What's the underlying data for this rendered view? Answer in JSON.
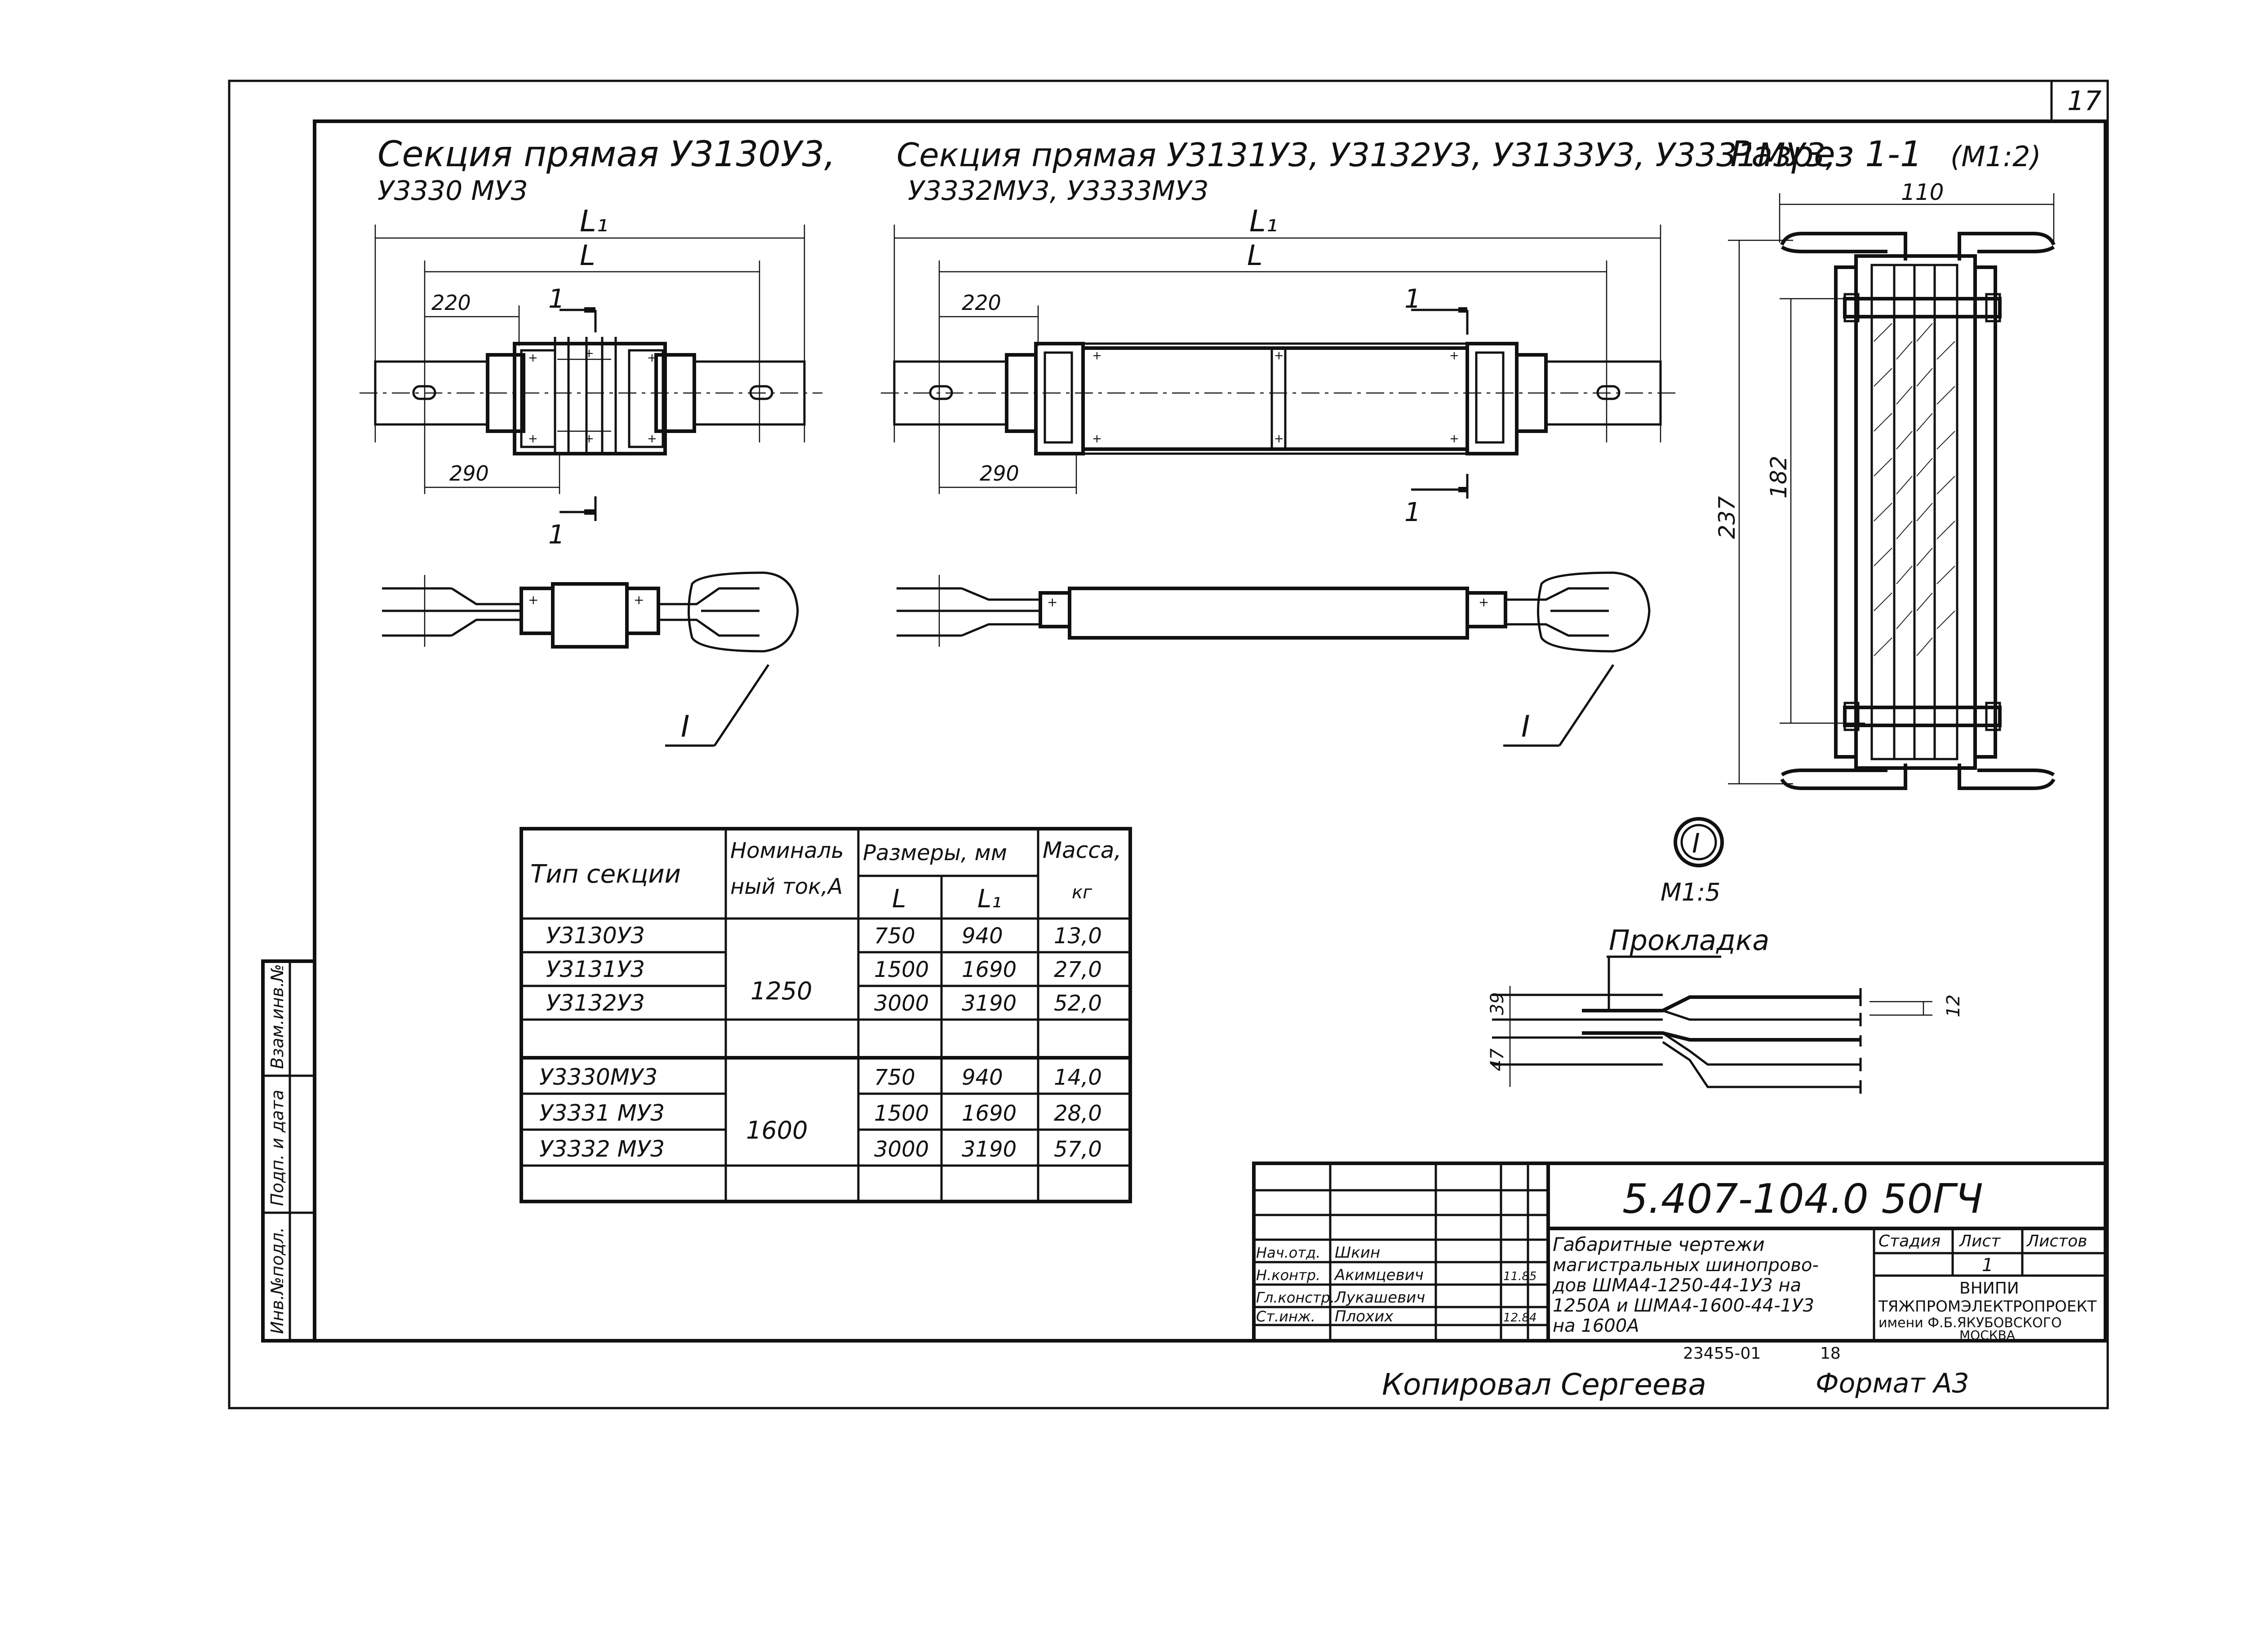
{
  "sheet_number": "17",
  "titles": {
    "left_line1": "Секция прямая У3130У3,",
    "left_line2": "У3330 МУ3",
    "mid_line1": "Секция прямая У3131У3, У3132У3, У3133У3, У3331МУ3,",
    "mid_line2": "У3332МУ3, У3333МУ3",
    "section": "Разрез 1-1",
    "section_scale": "(М1:2)"
  },
  "dims": {
    "L1": "L₁",
    "L": "L",
    "d220": "220",
    "d290": "290",
    "cut": "1",
    "d110": "110",
    "d237": "237",
    "d182": "182",
    "d39": "39",
    "d47": "47",
    "d12": "12"
  },
  "callouts": {
    "detail": "I",
    "detail_scale": "М1:5",
    "gasket": "Прокладка"
  },
  "table": {
    "h_type": "Тип секции",
    "h_current_1": "Номиналь",
    "h_current_2": "ный ток,А",
    "h_dims": "Размеры, мм",
    "h_L": "L",
    "h_L1": "L₁",
    "h_mass_1": "Масса,",
    "h_mass_2": "кг",
    "groups": [
      {
        "current": "1250",
        "rows": [
          {
            "type": "У3130У3",
            "L": "750",
            "L1": "940",
            "mass": "13,0"
          },
          {
            "type": "У3131У3",
            "L": "1500",
            "L1": "1690",
            "mass": "27,0"
          },
          {
            "type": "У3132У3",
            "L": "3000",
            "L1": "3190",
            "mass": "52,0"
          }
        ]
      },
      {
        "current": "1600",
        "rows": [
          {
            "type": "У3330МУ3",
            "L": "750",
            "L1": "940",
            "mass": "14,0"
          },
          {
            "type": "У3331 МУ3",
            "L": "1500",
            "L1": "1690",
            "mass": "28,0"
          },
          {
            "type": "У3332 МУ3",
            "L": "3000",
            "L1": "3190",
            "mass": "57,0"
          }
        ]
      }
    ]
  },
  "title_block": {
    "doc_code": "5.407-104.0 50ГЧ",
    "desc_1": "Габаритные чертежи",
    "desc_2": "магистральных шинопрово-",
    "desc_3": "дов ШМА4-1250-44-1У3 на",
    "desc_4": "1250А и ШМА4-1600-44-1У3",
    "desc_5": "на 1600А",
    "col_stage": "Стадия",
    "col_sheet": "Лист",
    "col_sheets": "Листов",
    "sheet_val": "1",
    "org_1": "ВНИПИ",
    "org_2": "ТЯЖПРОМЭЛЕКТРОПРОЕКТ",
    "org_3": "имени Ф.Б.ЯКУБОВСКОГО",
    "org_4": "МОСКВА",
    "roles": [
      {
        "role": "Нач.отд.",
        "name": "Шкин",
        "date": ""
      },
      {
        "role": "Н.контр.",
        "name": "Акимцевич",
        "date": "11.85"
      },
      {
        "role": "Гл.констр.",
        "name": "Лукашевич",
        "date": ""
      },
      {
        "role": "Ст.инж.",
        "name": "Плохих",
        "date": "12.84"
      }
    ]
  },
  "side_stamp": {
    "inv": "Инв.№подл.",
    "sign": "Подп. и дата",
    "replace": "Взам.инв.№"
  },
  "footer": {
    "copied": "Копировал Сергеева",
    "format": "Формат А3",
    "order": "23455-01",
    "order_sheet": "18"
  }
}
